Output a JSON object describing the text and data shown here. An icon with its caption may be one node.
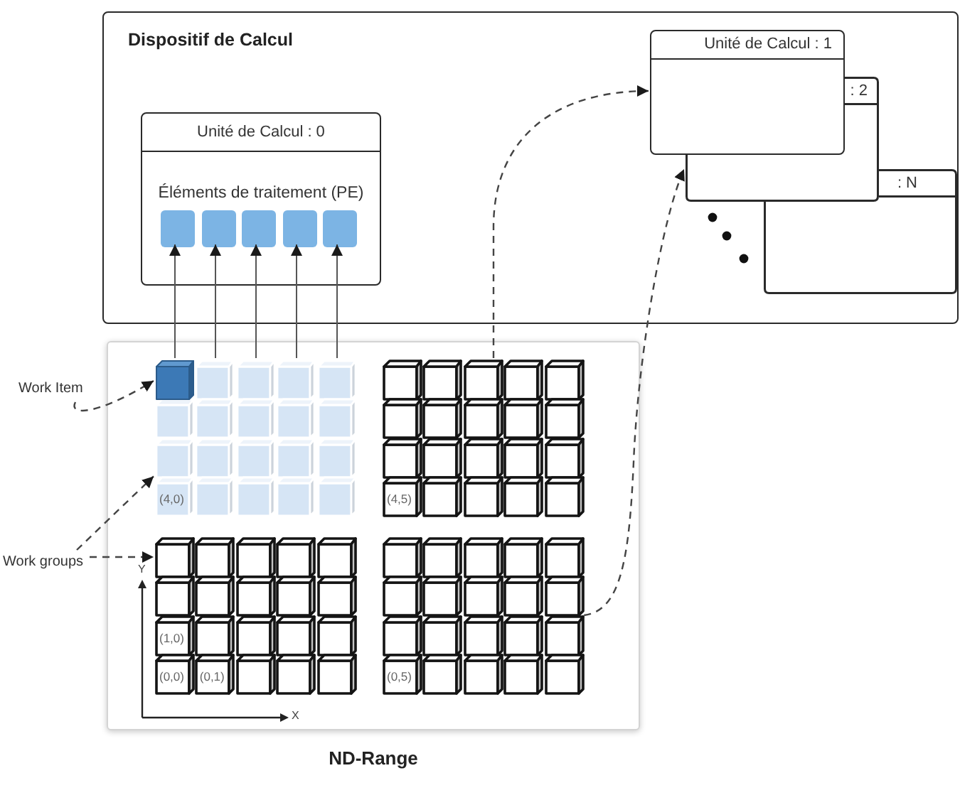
{
  "diagram": {
    "nodes": [
      {
        "text": [
          "Dispositif de Calcul"
        ]
      },
      {
        "text": [
          "Unité de Calcul : 0",
          "Éléments de traitement (PE)"
        ],
        "in": 0
      },
      {
        "text": [],
        "shape": "box",
        "in": 1
      },
      {
        "text": [],
        "shape": "box",
        "in": 1
      },
      {
        "text": [],
        "shape": "box",
        "in": 1
      },
      {
        "text": [],
        "shape": "box",
        "in": 1
      },
      {
        "text": [],
        "shape": "box",
        "in": 1
      },
      {
        "text": [
          "Unité de Calcul : 1"
        ],
        "in": 0
      },
      {
        "text": [
          ": 2"
        ],
        "in": 0
      },
      {
        "text": [
          ": N"
        ],
        "in": 0
      },
      {
        "text": [
          "Work Item"
        ]
      },
      {
        "text": [
          "Work groups"
        ]
      },
      {
        "text": [
          "ND-Range"
        ]
      },
      {
        "text": [
          "(4,0)"
        ],
        "in": 12
      },
      {
        "text": [],
        "shape": "cube",
        "in": 13
      },
      {
        "text": [
          "(4,5)"
        ],
        "in": 12
      },
      {
        "text": [
          "(1,0)",
          "(0,0)",
          "(0,1)"
        ],
        "in": 12
      },
      {
        "text": [
          "(0,5)"
        ],
        "in": 12
      }
    ],
    "edges": [
      {
        "from": 13,
        "to": 2,
        "arrow": "to"
      },
      {
        "from": 13,
        "to": 3,
        "arrow": "to"
      },
      {
        "from": 13,
        "to": 4,
        "arrow": "to"
      },
      {
        "from": 13,
        "to": 5,
        "arrow": "to"
      },
      {
        "from": 13,
        "to": 6,
        "arrow": "to"
      },
      {
        "from": 10,
        "to": 14,
        "arrow": "to",
        "style": "dashed"
      },
      {
        "from": 11,
        "to": 13,
        "arrow": "to",
        "style": "dashed"
      },
      {
        "from": 11,
        "to": 16,
        "arrow": "to",
        "style": "dashed"
      },
      {
        "from": 15,
        "to": 7,
        "arrow": "to",
        "style": "dashed"
      },
      {
        "from": 17,
        "to": 8,
        "arrow": "to",
        "style": "dashed"
      }
    ],
    "labels": [
      "Y",
      "X"
    ]
  }
}
